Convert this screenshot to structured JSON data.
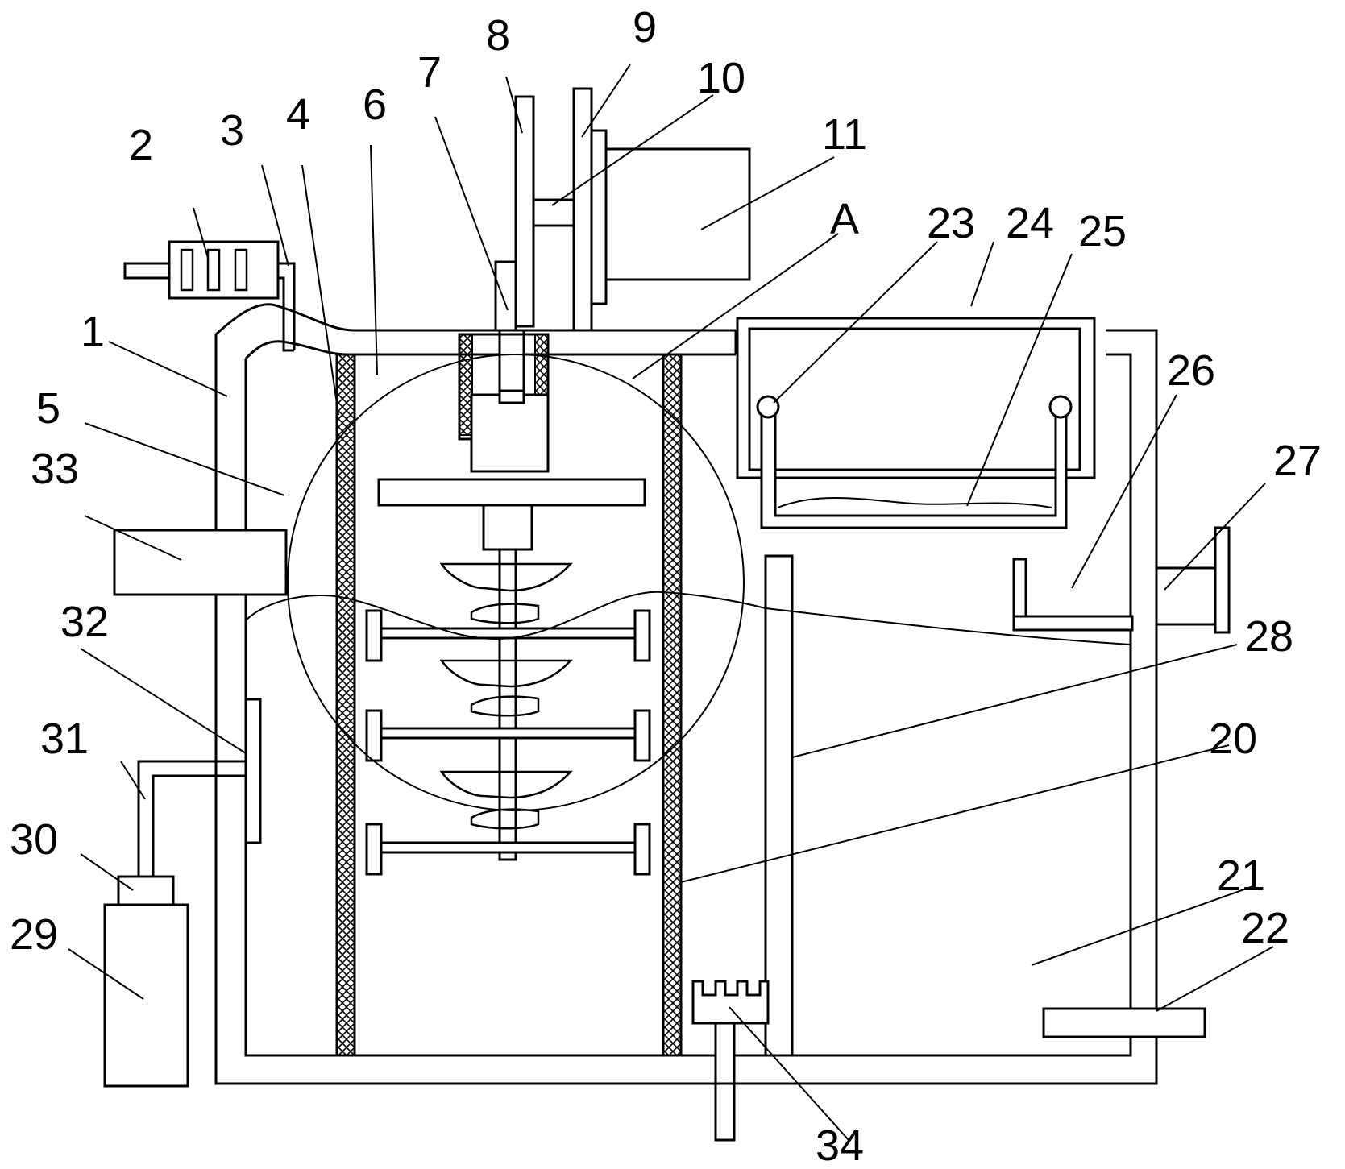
{
  "labels": {
    "l1": "1",
    "l2": "2",
    "l3": "3",
    "l4": "4",
    "l5": "5",
    "l6": "6",
    "l7": "7",
    "l8": "8",
    "l9": "9",
    "l10": "10",
    "l11": "11",
    "lA": "A",
    "l20": "20",
    "l21": "21",
    "l22": "22",
    "l23": "23",
    "l24": "24",
    "l25": "25",
    "l26": "26",
    "l27": "27",
    "l28": "28",
    "l29": "29",
    "l30": "30",
    "l31": "31",
    "l32": "32",
    "l33": "33",
    "l34": "34"
  }
}
